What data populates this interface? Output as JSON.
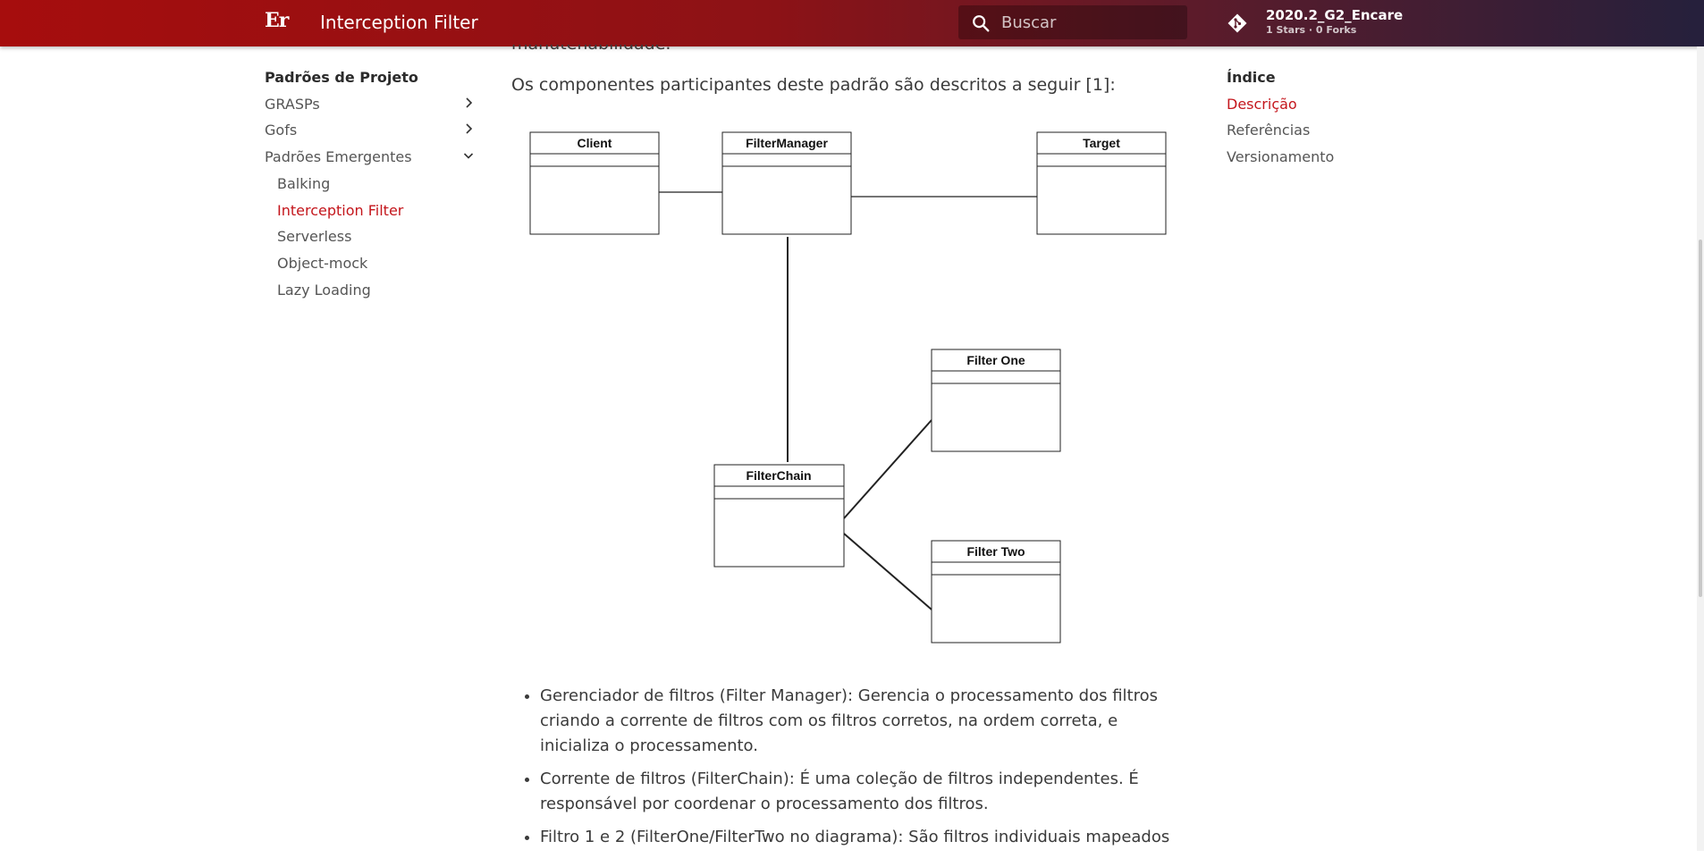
{
  "header": {
    "logo_text": "Er",
    "title": "Interception Filter",
    "search_placeholder": "Buscar",
    "repo_name": "2020.2_G2_Encare",
    "repo_stats": "1 Stars · 0 Forks"
  },
  "sidebar": {
    "heading": "Padrões de Projeto",
    "sections": [
      {
        "label": "GRASPs"
      },
      {
        "label": "Gofs"
      },
      {
        "label": "Padrões Emergentes"
      }
    ],
    "subitems": [
      {
        "label": "Balking"
      },
      {
        "label": "Interception Filter"
      },
      {
        "label": "Serverless"
      },
      {
        "label": "Object-mock"
      },
      {
        "label": "Lazy Loading"
      }
    ]
  },
  "main": {
    "cutoff_text": "manutenabilidade.",
    "lead": "Os componentes participantes deste padrão são descritos a seguir [1]:",
    "diagram": {
      "classes": [
        "Client",
        "FilterManager",
        "Target",
        "Filter One",
        "FilterChain",
        "Filter Two"
      ]
    },
    "bullets": [
      "Gerenciador de filtros (Filter Manager): Gerencia o processamento dos filtros criando a corrente de filtros com os filtros corretos, na ordem correta, e inicializa o processamento.",
      "Corrente de filtros (FilterChain): É uma coleção de filtros independentes. É responsável por coordenar o processamento dos filtros.",
      "Filtro 1 e 2 (FilterOne/FilterTwo no diagrama): São filtros individuais mapeados"
    ]
  },
  "toc": {
    "heading": "Índice",
    "items": [
      {
        "label": "Descrição"
      },
      {
        "label": "Referências"
      },
      {
        "label": "Versionamento"
      }
    ]
  },
  "colors": {
    "accent": "#c4161c",
    "header_start": "#a60d0d",
    "header_end": "#25203c"
  }
}
